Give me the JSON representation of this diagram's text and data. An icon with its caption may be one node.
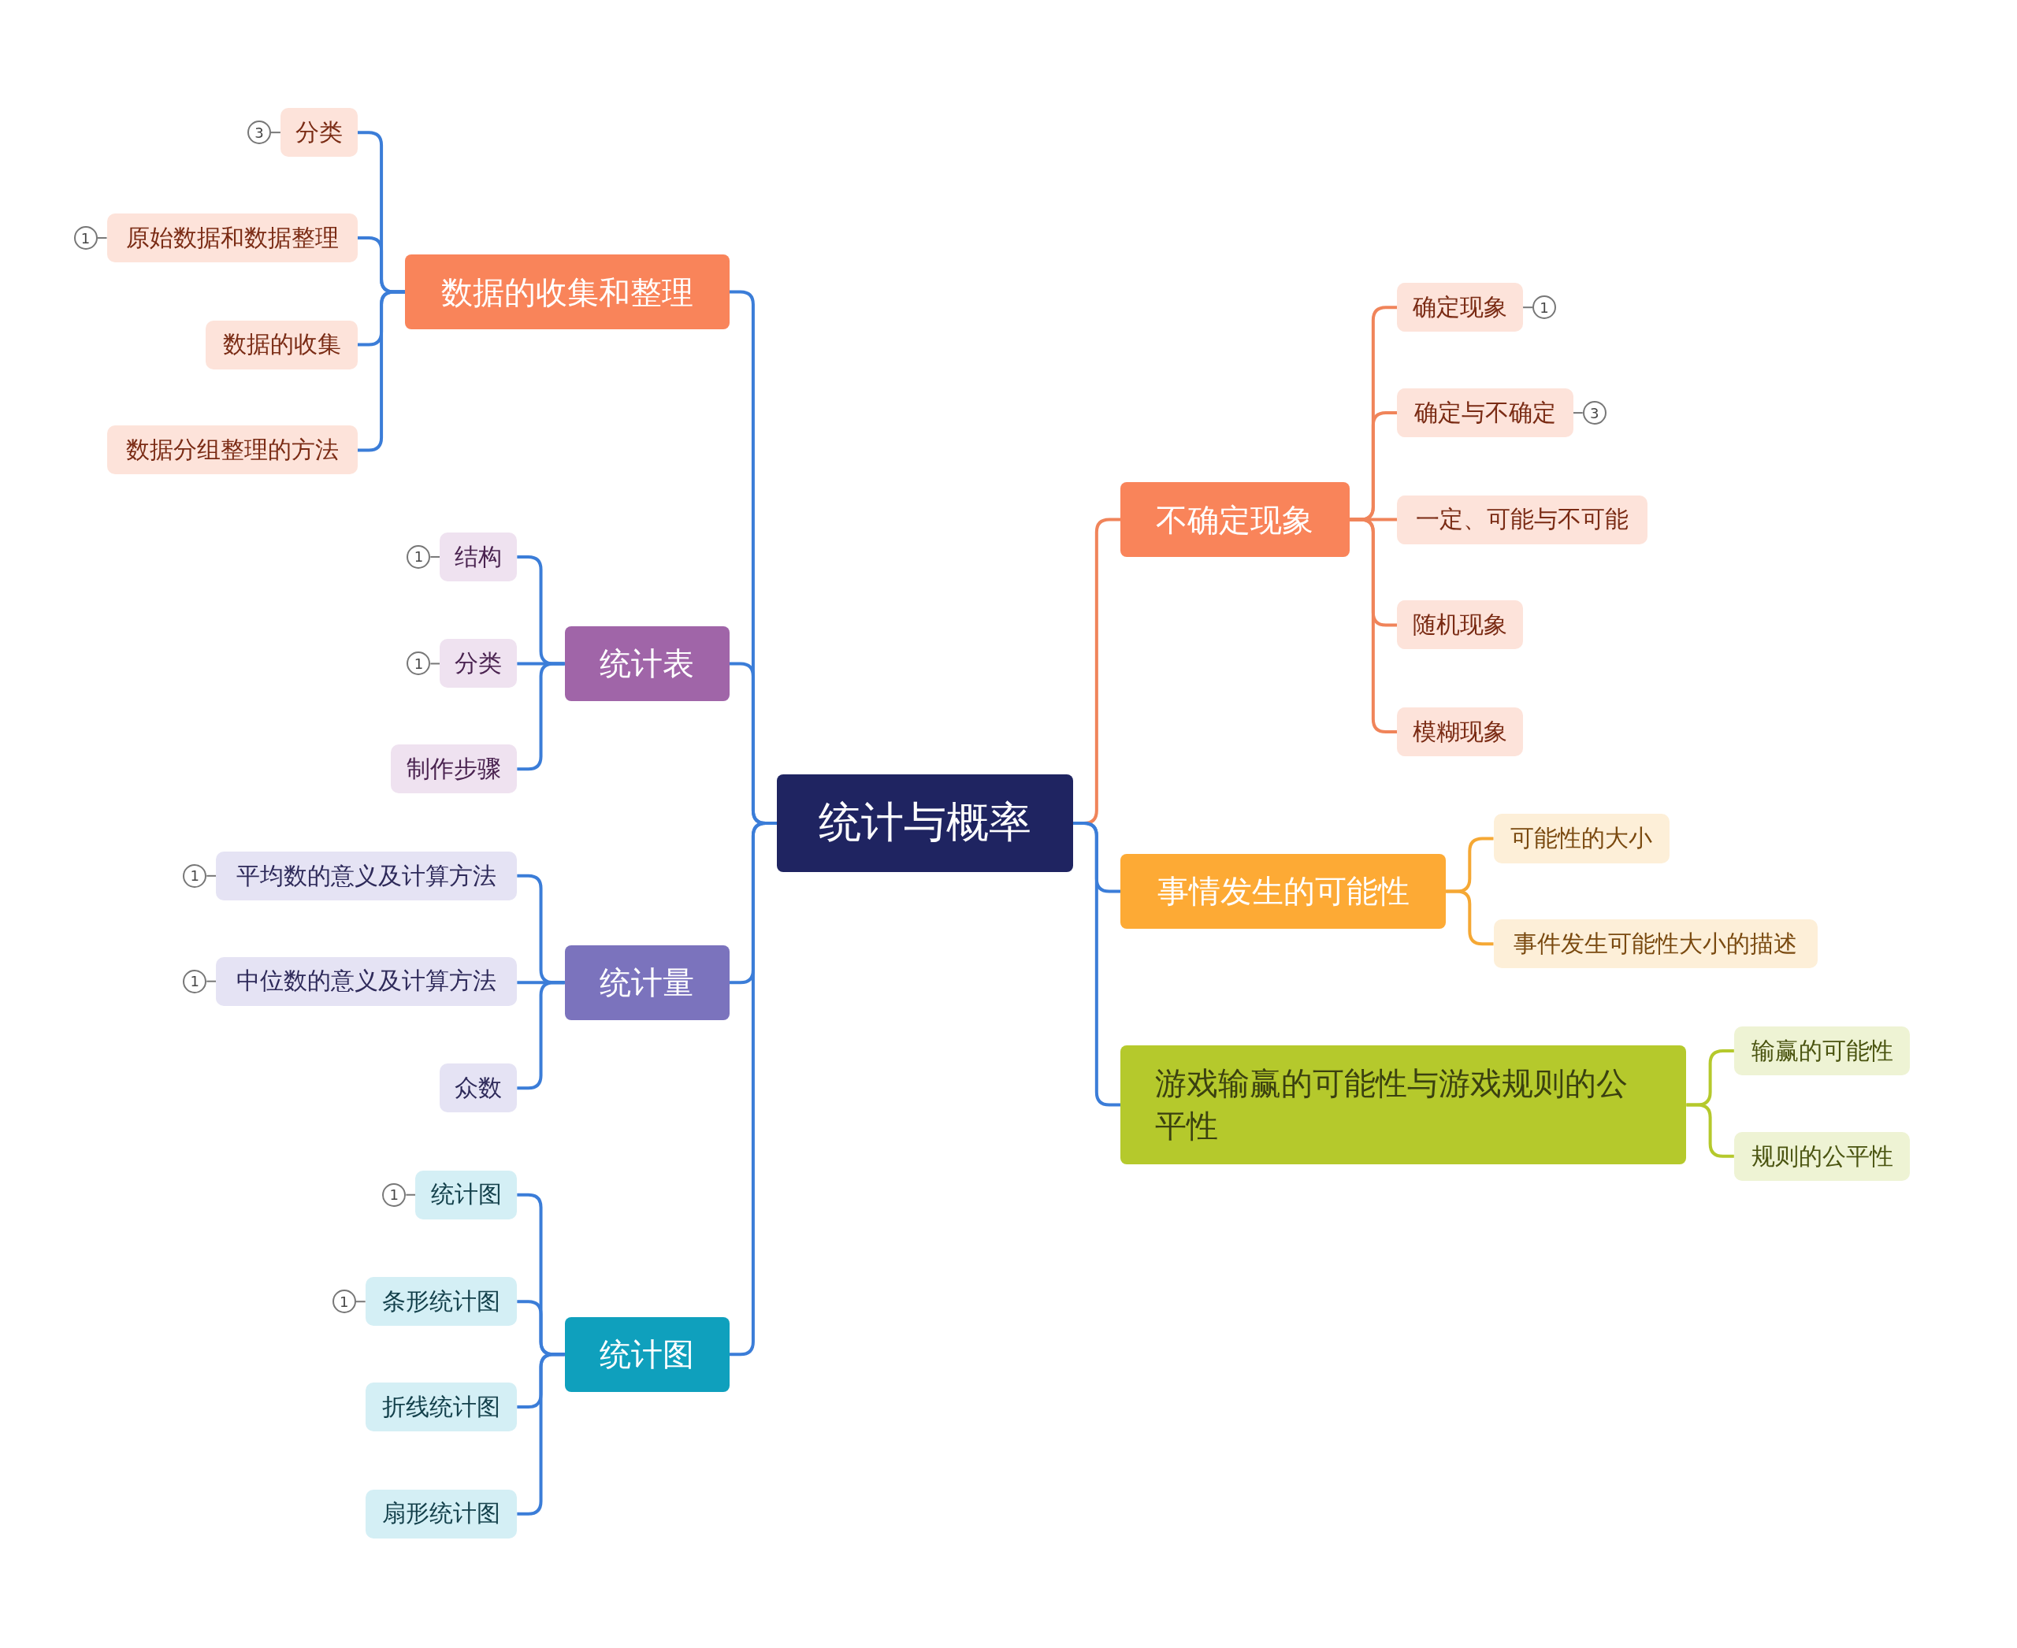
{
  "diagram": {
    "nodes": [
      {
        "text": [
          "统计与概率"
        ]
      },
      {
        "text": [
          "数据的收集和整理"
        ]
      },
      {
        "text": [
          "分类"
        ],
        "beside": [
          "3"
        ]
      },
      {
        "text": [
          "原始数据和数据整理"
        ],
        "beside": [
          "1"
        ]
      },
      {
        "text": [
          "数据的收集"
        ]
      },
      {
        "text": [
          "数据分组整理的方法"
        ]
      },
      {
        "text": [
          "统计表"
        ]
      },
      {
        "text": [
          "结构"
        ],
        "beside": [
          "1"
        ]
      },
      {
        "text": [
          "分类"
        ],
        "beside": [
          "1"
        ]
      },
      {
        "text": [
          "制作步骤"
        ]
      },
      {
        "text": [
          "统计量"
        ]
      },
      {
        "text": [
          "平均数的意义及计算方法"
        ],
        "beside": [
          "1"
        ]
      },
      {
        "text": [
          "中位数的意义及计算方法"
        ],
        "beside": [
          "1"
        ]
      },
      {
        "text": [
          "众数"
        ]
      },
      {
        "text": [
          "统计图"
        ]
      },
      {
        "text": [
          "统计图"
        ],
        "beside": [
          "1"
        ]
      },
      {
        "text": [
          "条形统计图"
        ],
        "beside": [
          "1"
        ]
      },
      {
        "text": [
          "折线统计图"
        ]
      },
      {
        "text": [
          "扇形统计图"
        ]
      },
      {
        "text": [
          "不确定现象"
        ]
      },
      {
        "text": [
          "确定现象"
        ],
        "beside": [
          "1"
        ]
      },
      {
        "text": [
          "确定与不确定"
        ],
        "beside": [
          "3"
        ]
      },
      {
        "text": [
          "一定、可能与不可能"
        ]
      },
      {
        "text": [
          "随机现象"
        ]
      },
      {
        "text": [
          "模糊现象"
        ]
      },
      {
        "text": [
          "事情发生的可能性"
        ]
      },
      {
        "text": [
          "可能性的大小"
        ]
      },
      {
        "text": [
          "事件发生可能性大小的描述"
        ]
      },
      {
        "text": [
          "游戏输赢的可能性与游戏规则的公平性"
        ]
      },
      {
        "text": [
          "输赢的可能性"
        ]
      },
      {
        "text": [
          "规则的公平性"
        ]
      }
    ],
    "edges": [
      {
        "from": 0,
        "to": 1,
        "arrow": "none"
      },
      {
        "from": 1,
        "to": 2,
        "arrow": "none"
      },
      {
        "from": 1,
        "to": 3,
        "arrow": "none"
      },
      {
        "from": 1,
        "to": 4,
        "arrow": "none"
      },
      {
        "from": 1,
        "to": 5,
        "arrow": "none"
      },
      {
        "from": 0,
        "to": 6,
        "arrow": "none"
      },
      {
        "from": 6,
        "to": 7,
        "arrow": "none"
      },
      {
        "from": 6,
        "to": 8,
        "arrow": "none"
      },
      {
        "from": 6,
        "to": 9,
        "arrow": "none"
      },
      {
        "from": 0,
        "to": 10,
        "arrow": "none"
      },
      {
        "from": 10,
        "to": 11,
        "arrow": "none"
      },
      {
        "from": 10,
        "to": 12,
        "arrow": "none"
      },
      {
        "from": 10,
        "to": 13,
        "arrow": "none"
      },
      {
        "from": 0,
        "to": 14,
        "arrow": "none"
      },
      {
        "from": 14,
        "to": 15,
        "arrow": "none"
      },
      {
        "from": 14,
        "to": 16,
        "arrow": "none"
      },
      {
        "from": 14,
        "to": 17,
        "arrow": "none"
      },
      {
        "from": 14,
        "to": 18,
        "arrow": "none"
      },
      {
        "from": 0,
        "to": 19,
        "arrow": "none",
        "color": "#f0845a"
      },
      {
        "from": 19,
        "to": 20,
        "arrow": "none",
        "color": "#f0845a"
      },
      {
        "from": 19,
        "to": 21,
        "arrow": "none",
        "color": "#f0845a"
      },
      {
        "from": 19,
        "to": 22,
        "arrow": "none",
        "color": "#f0845a"
      },
      {
        "from": 19,
        "to": 23,
        "arrow": "none",
        "color": "#f0845a"
      },
      {
        "from": 19,
        "to": 24,
        "arrow": "none",
        "color": "#f0845a"
      },
      {
        "from": 0,
        "to": 25,
        "arrow": "none"
      },
      {
        "from": 25,
        "to": 26,
        "arrow": "none",
        "color": "#f5a834"
      },
      {
        "from": 25,
        "to": 27,
        "arrow": "none",
        "color": "#f5a834"
      },
      {
        "from": 0,
        "to": 28,
        "arrow": "none"
      },
      {
        "from": 28,
        "to": 29,
        "arrow": "none",
        "color": "#b5c92c"
      },
      {
        "from": 28,
        "to": 30,
        "arrow": "none",
        "color": "#b5c92c"
      }
    ]
  }
}
